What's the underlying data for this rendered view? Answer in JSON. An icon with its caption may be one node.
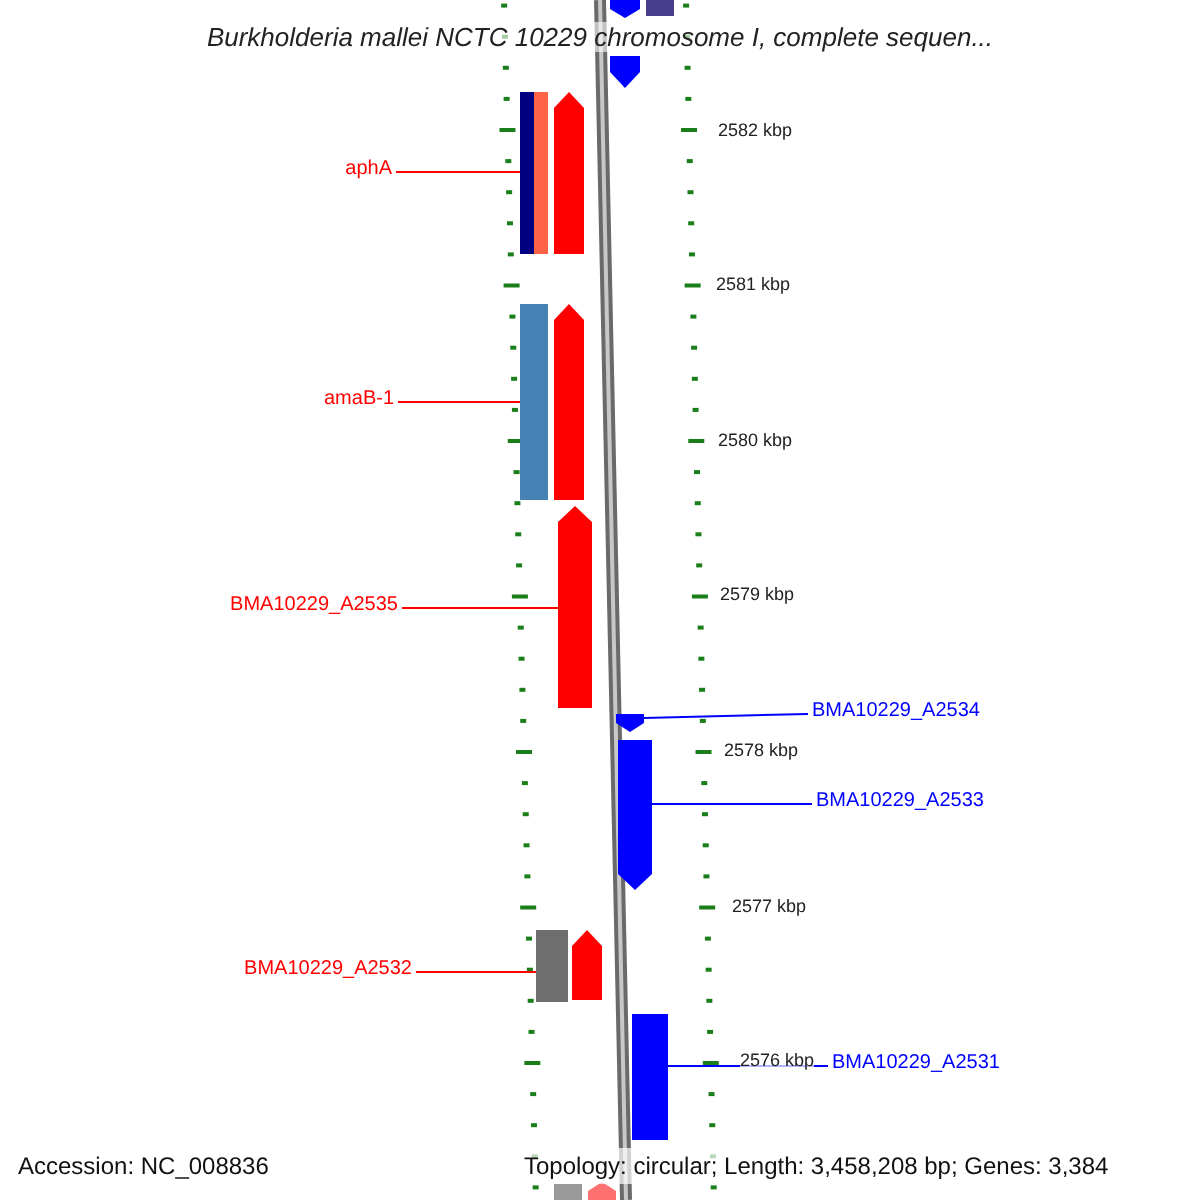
{
  "diagram": {
    "title": "Burkholderia mallei NCTC 10229 chromosome I, complete sequen...",
    "nodes": [
      {
        "text": [
          "aphA"
        ]
      },
      {
        "text": [
          "amaB-1"
        ]
      },
      {
        "text": [
          "BMA10229_A2535"
        ]
      },
      {
        "text": [
          "BMA10229_A2532"
        ]
      },
      {
        "text": [
          "BMA10229_A2534"
        ]
      },
      {
        "text": [
          "BMA10229_A2533"
        ]
      },
      {
        "text": [
          "BMA10229_A2531"
        ]
      },
      {
        "text": [],
        "shape": "pentagon"
      },
      {
        "text": [],
        "shape": "bar"
      },
      {
        "text": [],
        "shape": "pentagon"
      },
      {
        "text": [],
        "shape": "bar"
      },
      {
        "text": [],
        "shape": "bar"
      },
      {
        "text": [],
        "shape": "pentagon"
      },
      {
        "text": [],
        "shape": "bar"
      },
      {
        "text": [],
        "shape": "pentagon"
      },
      {
        "text": [],
        "shape": "pentagon"
      },
      {
        "text": [],
        "shape": "pentagon"
      },
      {
        "text": [],
        "shape": "pentagon"
      },
      {
        "text": [],
        "shape": "bar"
      },
      {
        "text": [],
        "shape": "pentagon"
      },
      {
        "text": [],
        "shape": "bar"
      },
      {
        "text": [],
        "shape": "bar"
      },
      {
        "text": [],
        "shape": "pentagon"
      }
    ],
    "edges": [
      {
        "from": 0,
        "to": 10,
        "arrow": "none"
      },
      {
        "from": 1,
        "to": 13,
        "arrow": "none"
      },
      {
        "from": 2,
        "to": 15,
        "arrow": "none"
      },
      {
        "from": 4,
        "to": 16,
        "arrow": "none",
        "color": "#0000ff"
      },
      {
        "from": 5,
        "to": 17,
        "arrow": "none",
        "color": "#0000ff"
      },
      {
        "from": 3,
        "to": 18,
        "arrow": "none"
      },
      {
        "from": 6,
        "to": 20,
        "arrow": "none",
        "color": "#0000ff"
      }
    ],
    "labels": [
      "2582 kbp",
      "2581 kbp",
      "2580 kbp",
      "2579 kbp",
      "2578 kbp",
      "2577 kbp",
      "2576 kbp",
      "Accession: NC_008836",
      "Topology: circular; Length: 3,458,208 bp; Genes: 3,384"
    ]
  }
}
